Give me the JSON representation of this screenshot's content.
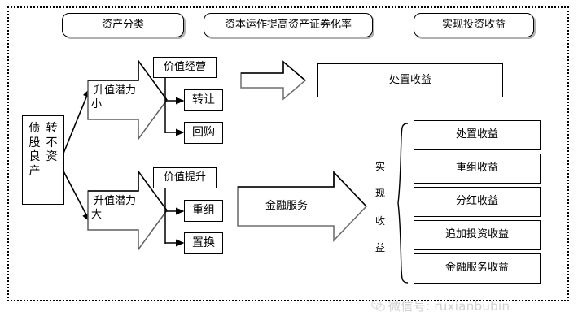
{
  "diagram": {
    "title_row": [
      {
        "label": "资产分类"
      },
      {
        "label": "资本运作提高资产证券化率"
      },
      {
        "label": "实现投资收益"
      }
    ],
    "source": {
      "chars_left": [
        "债",
        "股",
        "良",
        "产"
      ],
      "chars_right": [
        "转",
        "不",
        "资"
      ],
      "full_text": "债转股不良资产"
    },
    "branches": [
      {
        "label_line1": "升值潜力",
        "label_line2": "小"
      },
      {
        "label_line1": "升值潜力",
        "label_line2": "大"
      }
    ],
    "upper_group": {
      "parent": "价值经营",
      "children": [
        "转让",
        "回购"
      ]
    },
    "lower_group": {
      "parent": "价值提升",
      "children": [
        "重组",
        "置换"
      ]
    },
    "upper_outcome": {
      "arrow_label": "",
      "box_label": "处置收益"
    },
    "lower_outcome": {
      "arrow_label": "金融服务",
      "bracket_label_chars": [
        "实",
        "现",
        "收",
        "益"
      ],
      "bracket_label": "实现收益",
      "items": [
        "处置收益",
        "重组收益",
        "分红收益",
        "追加投资收益",
        "金融服务收益"
      ]
    },
    "watermark": {
      "icon": "wechat-icon",
      "text": "微信号: ruxianbubin"
    },
    "colors": {
      "stroke": "#000000",
      "arrow_shadow": "#9a9a9a",
      "box_shadow": "#b0b0b0",
      "watermark": "#cfcfcf",
      "background": "#ffffff"
    }
  }
}
